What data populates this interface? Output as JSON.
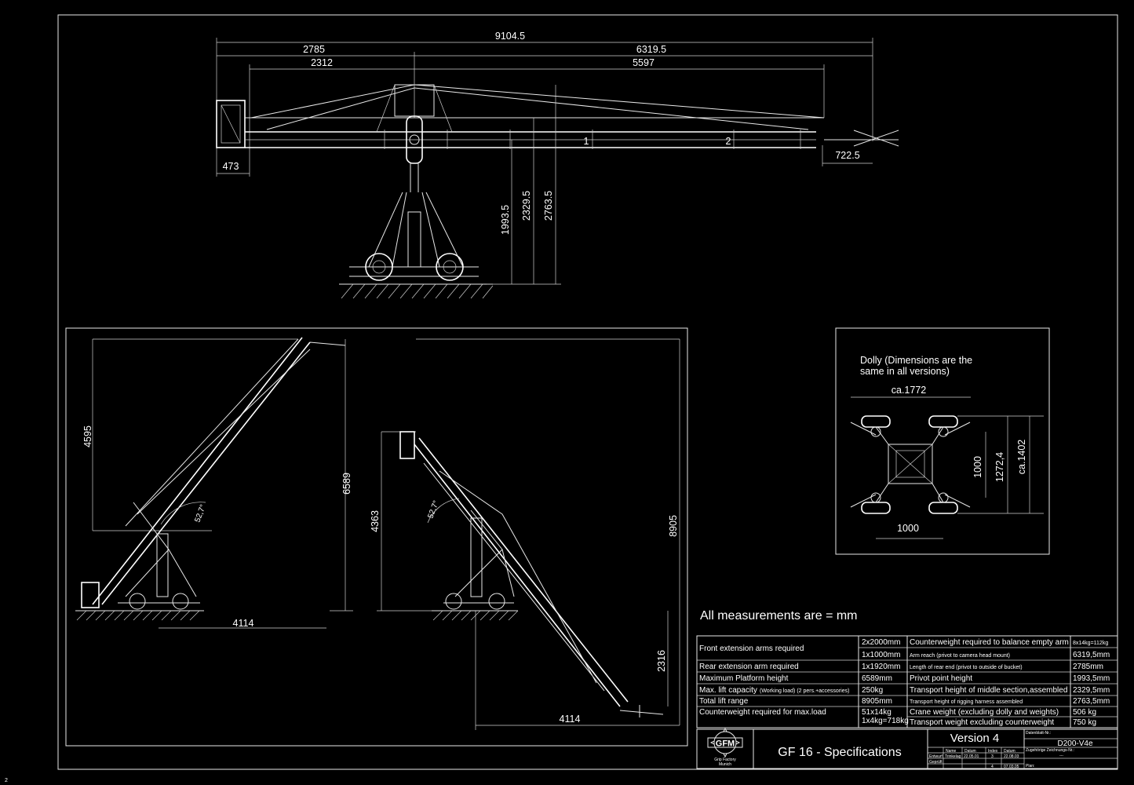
{
  "page_marker": "2",
  "top_view": {
    "total_length": "9104.5",
    "rear_length": "2785",
    "front_length": "6319.5",
    "rear_inner": "2312",
    "front_inner": "5597",
    "bucket_width": "473",
    "head_offset": "722.5",
    "pivot_height": "1993.5",
    "transport_height": "2329.5",
    "rigging_height": "2763.5",
    "section_1": "1",
    "section_2": "2"
  },
  "side_views": {
    "raised_height": "4595",
    "max_height": "6589",
    "raised_reach": "4114",
    "raised_angle": "52,7°",
    "lowered_height": "4363",
    "lowered_total": "8905",
    "lowered_depth": "2316",
    "lowered_reach": "4114",
    "lowered_angle": "52,7°"
  },
  "dolly": {
    "title_line1": "Dolly (Dimensions are the",
    "title_line2": "same in all versions)",
    "width_ca": "ca.1772",
    "wheelbase": "1000",
    "track": "1000",
    "inner": "1272,4",
    "length_ca": "ca.1402"
  },
  "note": "All measurements are = mm",
  "specs": {
    "left": [
      {
        "label": "Front extension arms required",
        "values": [
          "2x2000mm",
          "1x1000mm"
        ]
      },
      {
        "label": "Rear extension arm required",
        "values": [
          "1x1920mm"
        ]
      },
      {
        "label": "Maximum Platform height",
        "values": [
          "6589mm"
        ]
      },
      {
        "label": "Max. lift capacity",
        "note": "(Working load)   (2 pers.+accessories)",
        "values": [
          "250kg"
        ]
      },
      {
        "label": "Total lift range",
        "values": [
          "8905mm"
        ]
      },
      {
        "label": "Counterweight required for max.load",
        "values": [
          "51x14kg",
          "1x4kg=718kg"
        ]
      }
    ],
    "right": [
      {
        "label": "Counterweight required to balance empty arm",
        "value": "8x14kg=112kg"
      },
      {
        "label": "Arm reach (privot to camera head mount)",
        "value": "6319,5mm"
      },
      {
        "label": "Length of rear end (privot to outside of bucket)",
        "value": "2785mm"
      },
      {
        "label": "Privot point height",
        "value": "1993,5mm"
      },
      {
        "label": "Transport height of middle section,assembled",
        "value": "2329,5mm"
      },
      {
        "label": "Transport height of rigging harness assembled",
        "value": "2763,5mm"
      },
      {
        "label": "Crane weight (excluding dolly and weights)",
        "value": "506 kg"
      },
      {
        "label": "Transport weight excluding counterweight",
        "value": "750 kg"
      }
    ]
  },
  "title_block": {
    "logo": "GFM",
    "logo_sub1": "Grip Factory",
    "logo_sub2": "Munich",
    "title": "GF 16 - Specifications",
    "version": "Version 4",
    "drawing_no_label": "Datenblatt-Nr.:",
    "drawing_no": "D200-V4e",
    "related_label": "Zugehörige Zeichnungs-Nr.:",
    "related_value": "---",
    "plan_label": "Plan:",
    "grid_headers": [
      "Name",
      "Datum",
      "Index",
      "Datum"
    ],
    "grid_row1": [
      "Entwurf",
      "Trinkelag",
      "22.05.01",
      "3",
      "22.08.03"
    ],
    "grid_row2": [
      "Geprüft",
      "",
      "",
      "4",
      "07.03.05"
    ]
  },
  "colors": {
    "background": "#000000",
    "lines": "#ffffff"
  }
}
